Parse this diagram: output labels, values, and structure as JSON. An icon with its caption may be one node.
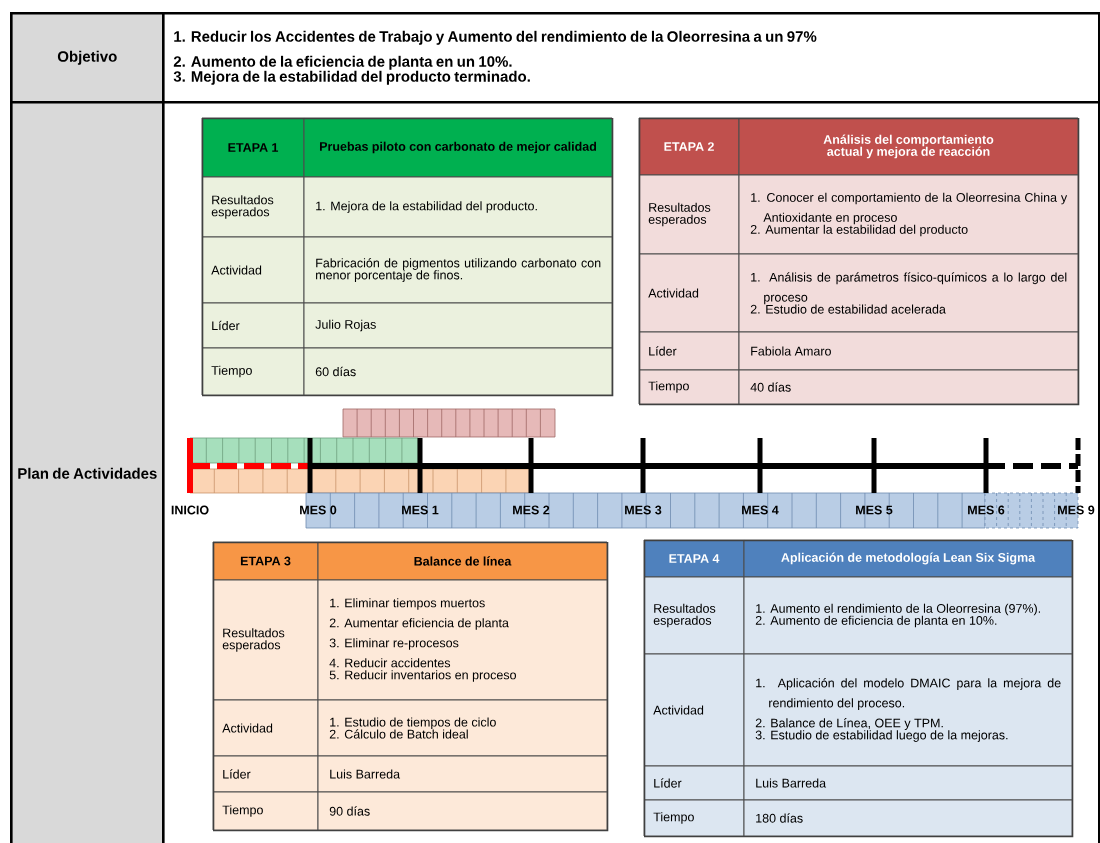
{
  "diagram": {
    "nodes": [
      {
        "text": [
          "Objetivo"
        ]
      },
      {
        "text": [
          "1. Reducir los Accidentes de Trabajo y Aumento del rendimiento de la Oleorresina a un 97%",
          "2. Aumento de la eficiencia de planta en un 10%.",
          "3. Mejora de la estabilidad del producto terminado."
        ]
      },
      {
        "text": [
          "Plan de Actividades"
        ]
      },
      {
        "text": [],
        "shape": "box"
      },
      {
        "text": [
          "ETAPA 1",
          "Pruebas piloto con carbonato de mejor calidad",
          "Resultados esperados",
          "1. Mejora de la estabilidad del producto.",
          "Actividad",
          "Fabricación de pigmentos utilizando carbonato con menor porcentaje de finos.",
          "Líder",
          "Julio Rojas",
          "Tiempo",
          "60 días"
        ],
        "in": 3
      },
      {
        "text": [
          "ETAPA 2",
          "Análisis del comportamiento actual y mejora de reacción",
          "Resultados esperados",
          "1. Conocer el comportamiento de la Oleorresina China y Antioxidante en proceso",
          "2. Aumentar la estabilidad del producto",
          "Actividad",
          "1. Análisis de parámetros físico-químicos a lo largo del proceso",
          "2. Estudio de estabilidad acelerada",
          "Líder",
          "Fabiola Amaro",
          "Tiempo",
          "40 días"
        ],
        "in": 3
      },
      {
        "text": [
          "ETAPA 3",
          "Balance de línea",
          "Resultados esperados",
          "1. Eliminar tiempos muertos",
          "2. Aumentar eficiencia de planta",
          "3. Eliminar re-procesos",
          "4. Reducir accidentes",
          "5. Reducir inventarios en proceso",
          "Actividad",
          "1. Estudio de tiempos de ciclo",
          "2. Cálculo de Batch ideal",
          "Líder",
          "Luis Barreda",
          "Tiempo",
          "90 días"
        ],
        "in": 3
      },
      {
        "text": [
          "ETAPA 4",
          "Aplicación de metodología Lean Six Sigma",
          "Resultados esperados",
          "1. Aumento el rendimiento de la Oleorresina (97%).",
          "2. Aumento de eficiencia de planta en 10%.",
          "Actividad",
          "1. Aplicación del modelo DMAIC para la mejora de rendimiento del proceso.",
          "2. Balance de Línea, OEE y TPM.",
          "3. Estudio de estabilidad luego de la mejoras.",
          "Líder",
          "Luis Barreda",
          "Tiempo",
          "180 días"
        ],
        "in": 3
      }
    ],
    "labels": [
      "INICIO",
      "MES 0",
      "MES 1",
      "MES 2",
      "MES 3",
      "MES 4",
      "MES 5",
      "MES 6",
      "MES 9"
    ]
  }
}
